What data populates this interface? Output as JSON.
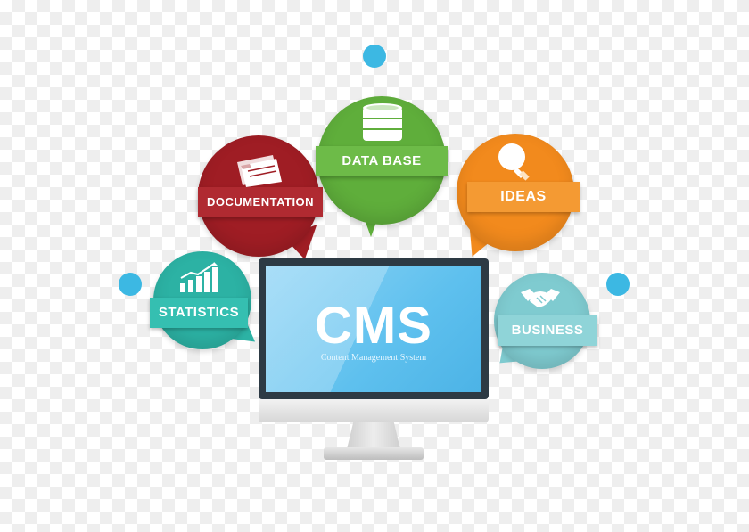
{
  "monitor": {
    "title": "CMS",
    "subtitle": "Content Management System",
    "icon": "monitor-icon"
  },
  "bubbles": [
    {
      "label": "DOCUMENTATION",
      "icon": "folder-icon",
      "color": "#9f1d24"
    },
    {
      "label": "DATA BASE",
      "icon": "database-icon",
      "color": "#5fae3b"
    },
    {
      "label": "IDEAS",
      "icon": "lightbulb-icon",
      "color": "#f28a1d"
    },
    {
      "label": "STATISTICS",
      "icon": "bar-chart-icon",
      "color": "#2cb2a4"
    },
    {
      "label": "BUSINESS",
      "icon": "handshake-icon",
      "color": "#7fcbd0"
    }
  ],
  "accent_dot_color": "#3cb8e3"
}
